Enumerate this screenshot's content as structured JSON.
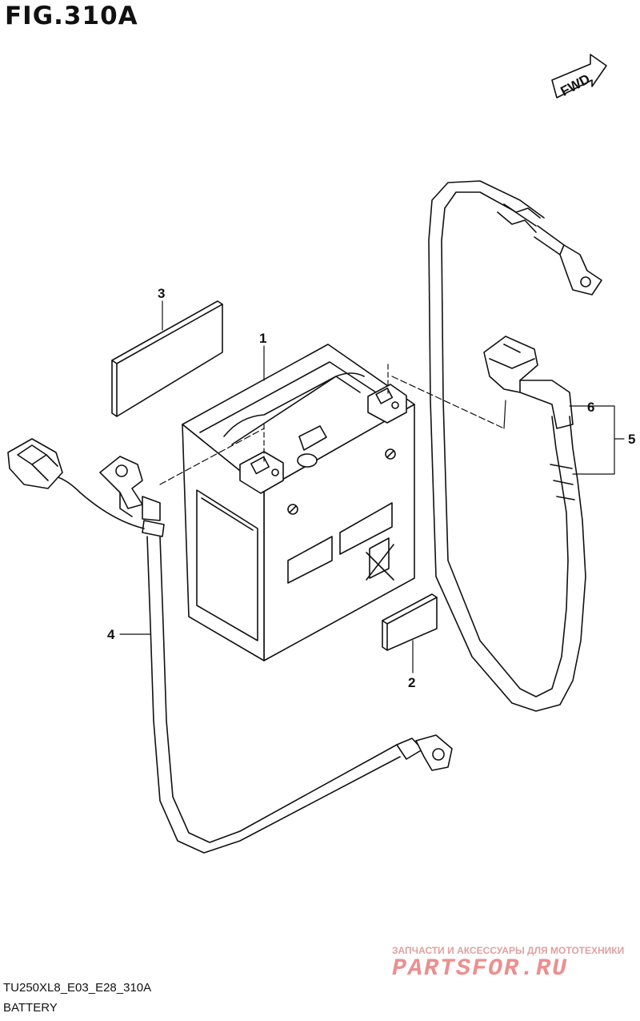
{
  "figure": {
    "title": "FIG.310A",
    "code": "TU250XL8_E03_E28_310A",
    "caption": "BATTERY"
  },
  "fwd_badge": {
    "label": "FWD"
  },
  "callouts": [
    {
      "id": "1",
      "label": "1"
    },
    {
      "id": "2",
      "label": "2"
    },
    {
      "id": "3",
      "label": "3"
    },
    {
      "id": "4",
      "label": "4"
    },
    {
      "id": "5",
      "label": "5"
    },
    {
      "id": "6",
      "label": "6"
    }
  ],
  "watermark": {
    "subtitle": "ЗАПЧАСТИ И АКСЕССУАРЫ ДЛЯ МОТОТЕХНИКИ",
    "brand": "PARTSFOR.RU"
  }
}
